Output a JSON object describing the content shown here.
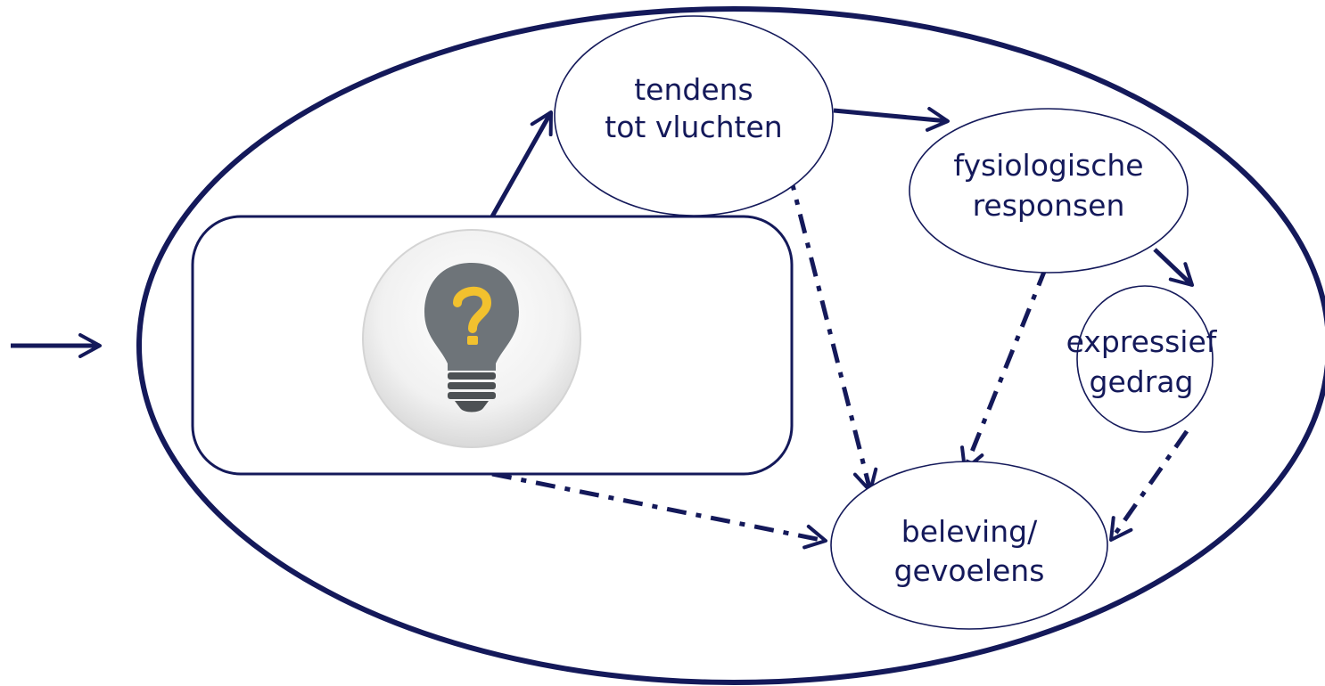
{
  "colors": {
    "stroke": "#14195a",
    "background": "#ffffff",
    "bulb_glass": "#6e7479",
    "bulb_base": "#4d5154",
    "question_mark": "#f2c12e"
  },
  "nodes": {
    "tendens": {
      "line1": "tendens",
      "line2": "tot vluchten"
    },
    "fysiologisch": {
      "line1": "fysiologische",
      "line2": "responsen"
    },
    "expressief": {
      "line1": "expressief",
      "line2": "gedrag"
    },
    "beleving": {
      "line1": "beleving/",
      "line2": "gevoelens"
    }
  },
  "center_box": {
    "icon": "lightbulb-question-icon"
  }
}
